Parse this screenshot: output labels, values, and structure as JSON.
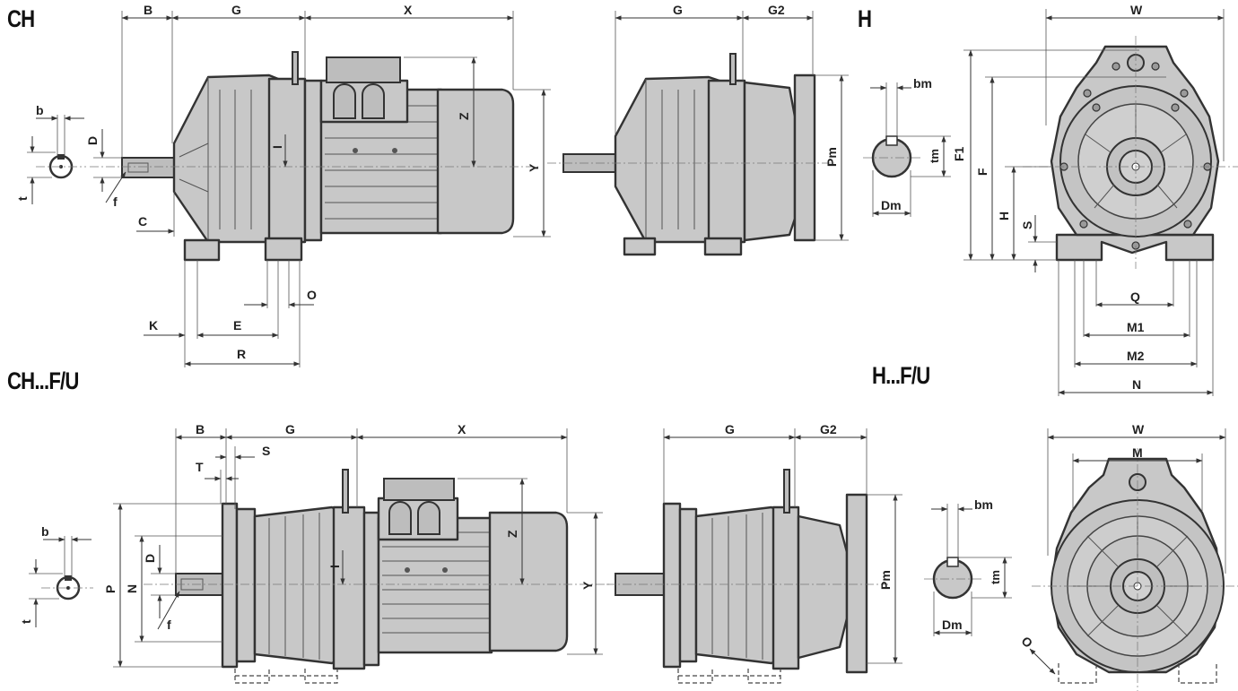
{
  "titles": {
    "ch": "CH",
    "chfu": "CH...F/U",
    "h": "H",
    "hfu": "H...F/U"
  },
  "labels": {
    "ch_B": "B",
    "ch_G": "G",
    "ch_X": "X",
    "ch_b": "b",
    "ch_t": "t",
    "ch_D": "D",
    "ch_f": "f",
    "ch_C": "C",
    "ch_I": "I",
    "ch_Z": "Z",
    "ch_Y": "Y",
    "ch_O": "O",
    "ch_K": "K",
    "ch_E": "E",
    "ch_R": "R",
    "side_G": "G",
    "side_G2": "G2",
    "side_Pm": "Pm",
    "shaft_bm": "bm",
    "shaft_tm": "tm",
    "shaft_Dm": "Dm",
    "h_W": "W",
    "h_F1": "F1",
    "h_F": "F",
    "h_H": "H",
    "h_S": "S",
    "h_Q": "Q",
    "h_M1": "M1",
    "h_M2": "M2",
    "h_N": "N",
    "fu_B": "B",
    "fu_G": "G",
    "fu_X": "X",
    "fu_T": "T",
    "fu_S": "S",
    "fu_b": "b",
    "fu_t": "t",
    "fu_D": "D",
    "fu_P": "P",
    "fu_N": "N",
    "fu_f": "f",
    "fu_I": "I",
    "fu_Z": "Z",
    "fu_Y": "Y",
    "fside_G": "G",
    "fside_G2": "G2",
    "fside_Pm": "Pm",
    "fshaft_bm": "bm",
    "fshaft_tm": "tm",
    "fshaft_Dm": "Dm",
    "hfu_W": "W",
    "hfu_M": "M",
    "hfu_O": "O"
  }
}
